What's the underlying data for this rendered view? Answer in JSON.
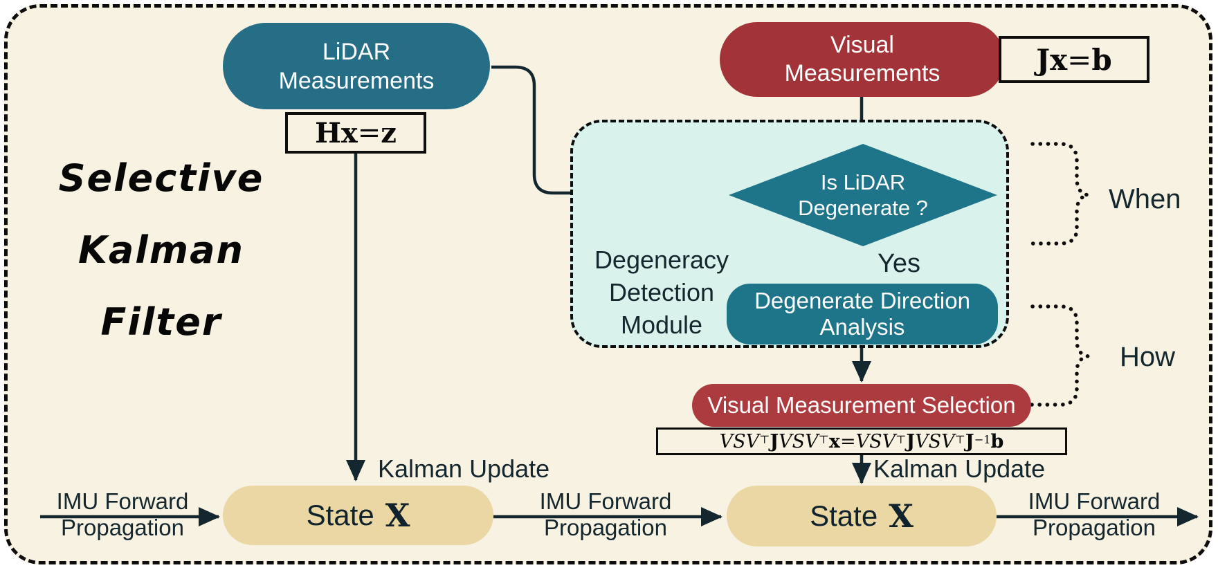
{
  "title": {
    "lines": [
      "Selective",
      "Kalman",
      "Filter"
    ]
  },
  "nodes": {
    "lidar": {
      "line1": "LiDAR",
      "line2": "Measurements"
    },
    "visual": {
      "line1": "Visual",
      "line2": "Measurements"
    },
    "diamond": {
      "line1": "Is LiDAR",
      "line2": "Degenerate ?"
    },
    "dda": {
      "line1": "Degenerate Direction",
      "line2": "Analysis"
    },
    "vms": {
      "label": "Visual Measurement Selection"
    },
    "state_left": {
      "word": "State",
      "var": "X"
    },
    "state_right": {
      "word": "State",
      "var": "X"
    }
  },
  "formulas": {
    "hx": [
      {
        "s": "Hx",
        "c": "bf"
      },
      {
        "s": " = "
      },
      {
        "s": "z",
        "c": "bf"
      }
    ],
    "jx": [
      {
        "s": "Jx",
        "c": "bf"
      },
      {
        "s": " = "
      },
      {
        "s": "b",
        "c": "bf"
      }
    ],
    "selection": [
      {
        "s": "VSV",
        "c": "it"
      },
      {
        "s": "⊤",
        "c": "sup"
      },
      {
        "s": "J",
        "c": "bf"
      },
      {
        "s": "VSV",
        "c": "it"
      },
      {
        "s": "⊤",
        "c": "sup"
      },
      {
        "s": "x",
        "c": "bf"
      },
      {
        "s": " = "
      },
      {
        "s": "VSV",
        "c": "it"
      },
      {
        "s": "⊤",
        "c": "sup"
      },
      {
        "s": "J",
        "c": "bf"
      },
      {
        "s": "VSV",
        "c": "it"
      },
      {
        "s": "⊤",
        "c": "sup"
      },
      {
        "s": "J",
        "c": "bf"
      },
      {
        "s": "−1",
        "c": "sup"
      },
      {
        "s": "b",
        "c": "bf"
      }
    ]
  },
  "labels": {
    "module_line1": "Degeneracy",
    "module_line2": "Detection",
    "module_line3": "Module",
    "yes": "Yes",
    "when": "When",
    "how": "How",
    "kalman_update_left": "Kalman Update",
    "kalman_update_right": "Kalman Update",
    "imu_left_line1": "IMU Forward",
    "imu_left_line2": "Propagation",
    "imu_mid_line1": "IMU Forward",
    "imu_mid_line2": "Propagation",
    "imu_right_line1": "IMU Forward",
    "imu_right_line2": "Propagation"
  },
  "colors": {
    "background_cream": "#f8f2e2",
    "teal_node": "#256e85",
    "teal_diamond": "#1e7488",
    "red_node": "#a23439",
    "red_selection": "#ac3b40",
    "tan_state": "#ead7a4",
    "mint_module": "#d9f2ec",
    "ink": "#1a2b33"
  }
}
